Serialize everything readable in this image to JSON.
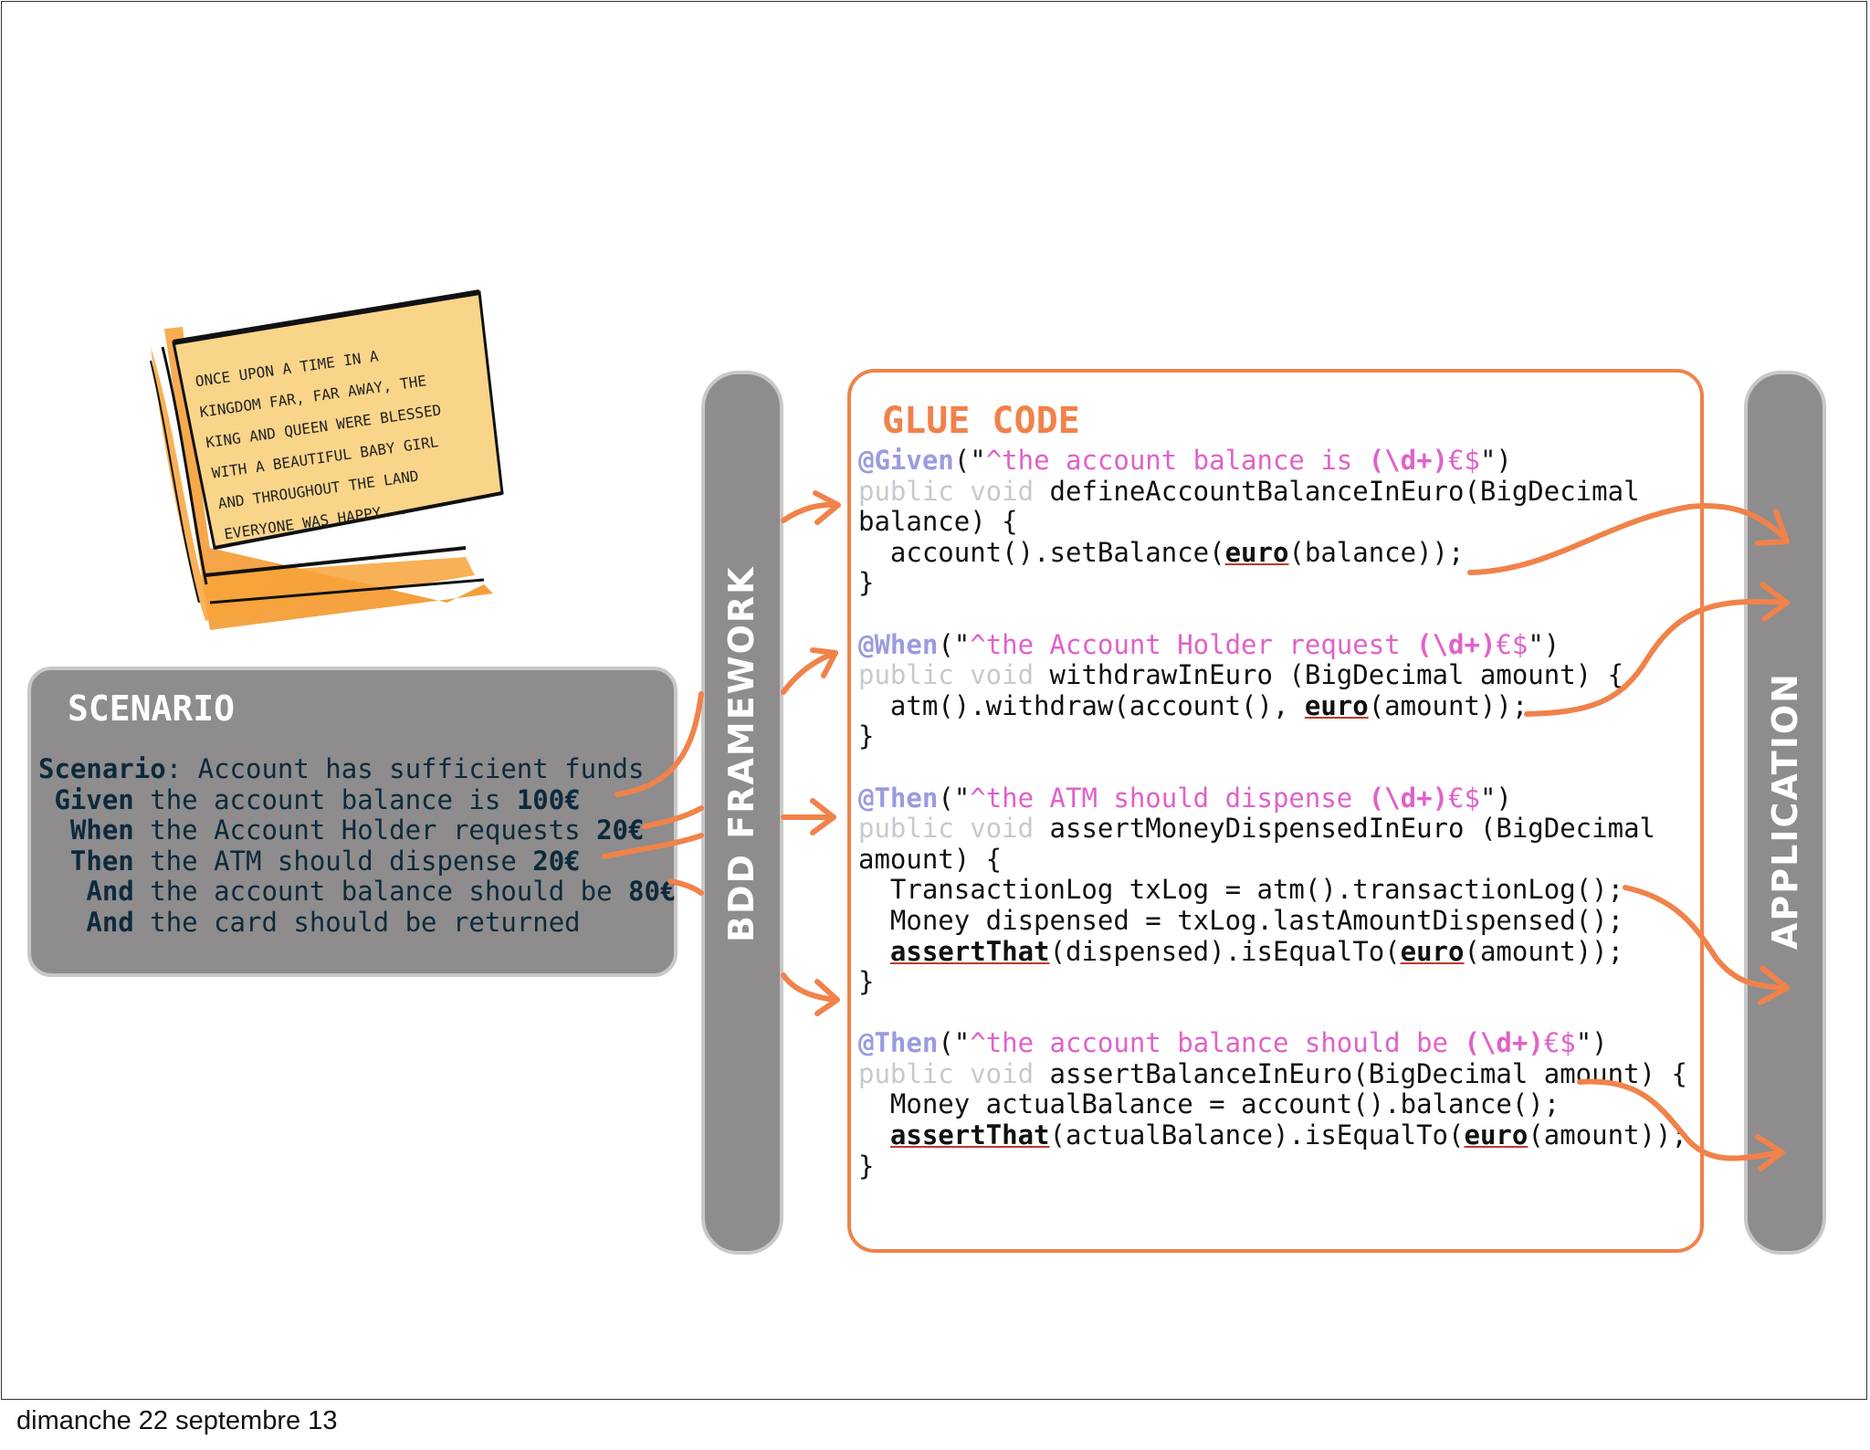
{
  "footer": {
    "date": "dimanche 22 septembre 13"
  },
  "story": {
    "text_lines": [
      "ONCE UPON A TIME IN A",
      "KINGDOM FAR, FAR AWAY, THE",
      "KING AND QUEEN WERE BLESSED",
      "WITH A BEAUTIFUL BABY GIRL",
      "AND THROUGHOUT THE LAND",
      "EVERYONE WAS HAPPY..."
    ]
  },
  "scenario": {
    "title": "SCENARIO",
    "lines": [
      {
        "indent": "",
        "kw": "Scenario",
        "text": ": Account has sufficient funds",
        "num": ""
      },
      {
        "indent": " ",
        "kw": "Given",
        "text": " the account balance is ",
        "num": "100€"
      },
      {
        "indent": "  ",
        "kw": "When",
        "text": " the Account Holder requests ",
        "num": "20€"
      },
      {
        "indent": "  ",
        "kw": "Then",
        "text": " the ATM should dispense ",
        "num": "20€"
      },
      {
        "indent": "   ",
        "kw": "And",
        "text": " the account balance should be ",
        "num": "80€"
      },
      {
        "indent": "   ",
        "kw": "And",
        "text": " the card should be returned",
        "num": ""
      }
    ]
  },
  "bdd_framework": {
    "label": "BDD FRAMEWORK"
  },
  "application": {
    "label": "APPLICATION"
  },
  "glue": {
    "title": "GLUE CODE",
    "blocks": [
      {
        "annotation": "@Given",
        "open": "(\"",
        "pattern": "^the account balance is ",
        "pattern_group": "(\\d+)",
        "pattern_end": "€$",
        "close": "\")",
        "kw": "public void",
        "sig": " defineAccountBalanceInEuro(BigDecimal",
        "sig2": "balance) {",
        "body": [
          {
            "pre": "  account().setBalance(",
            "ul": "euro",
            "post": "(balance));"
          }
        ],
        "end": "}"
      },
      {
        "annotation": "@When",
        "open": "(\"",
        "pattern": "^the Account Holder request ",
        "pattern_group": "(\\d+)",
        "pattern_end": "€$",
        "close": "\")",
        "kw": "public void",
        "sig": " withdrawInEuro (BigDecimal amount) {",
        "sig2": "",
        "body": [
          {
            "pre": "  atm().withdraw(account(), ",
            "ul": "euro",
            "post": "(amount));"
          }
        ],
        "end": "}"
      },
      {
        "annotation": "@Then",
        "open": "(\"",
        "pattern": "^the ATM should dispense ",
        "pattern_group": "(\\d+)",
        "pattern_end": "€$",
        "close": "\")",
        "kw": "public void",
        "sig": " assertMoneyDispensedInEuro (BigDecimal",
        "sig2": "amount) {",
        "body": [
          {
            "pre": "  TransactionLog txLog = atm().transactionLog();",
            "ul": "",
            "post": ""
          },
          {
            "pre": "  Money dispensed = txLog.lastAmountDispensed();",
            "ul": "",
            "post": ""
          },
          {
            "pre": "  ",
            "ul": "assertThat",
            "post": "(dispensed).isEqualTo(",
            "ul2": "euro",
            "post2": "(amount));"
          }
        ],
        "end": "}"
      },
      {
        "annotation": "@Then",
        "open": "(\"",
        "pattern": "^the account balance should be ",
        "pattern_group": "(\\d+)",
        "pattern_end": "€$",
        "close": "\")",
        "kw": "public void",
        "sig": " assertBalanceInEuro(BigDecimal amount) {",
        "sig2": "",
        "body": [
          {
            "pre": "  Money actualBalance = account().balance();",
            "ul": "",
            "post": ""
          },
          {
            "pre": "  ",
            "ul": "assertThat",
            "post": "(actualBalance).isEqualTo(",
            "ul2": "euro",
            "post2": "(amount));"
          }
        ],
        "end": "}"
      }
    ]
  },
  "colors": {
    "orange": "#f0824a",
    "gray": "#8e8c8d",
    "annotation": "#9b9be0",
    "pattern": "#e061c9"
  }
}
